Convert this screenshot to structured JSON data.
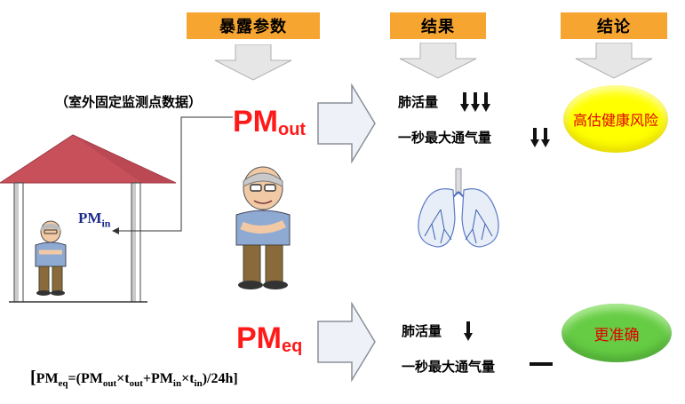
{
  "headers": {
    "exposure": "暴露参数",
    "result": "结果",
    "conclusion": "结论"
  },
  "monitoring_note": "（室外固定监测点数据）",
  "pm_out": {
    "main": "PM",
    "sub": "out"
  },
  "pm_in": {
    "main": "PM",
    "sub": "in"
  },
  "pm_eq": {
    "main": "PM",
    "sub": "eq"
  },
  "results_top": {
    "lung_capacity": "肺活量",
    "fev1": "一秒最大通气量"
  },
  "results_bottom": {
    "lung_capacity": "肺活量",
    "fev1": "一秒最大通气量"
  },
  "conclusions": {
    "top": "高估健康风险",
    "bottom": "更准确"
  },
  "formula": {
    "open": "[",
    "pm": "PM",
    "eq": "eq",
    "eq_sign": "=(PM",
    "out": "out",
    "times1": "×t",
    "out2": "out",
    "plus": "+PM",
    "in": "in",
    "times2": "×t",
    "in2": "in",
    "close": ")/24h]"
  },
  "colors": {
    "header_bg": "#f7a531",
    "pm_red": "#ff1a1a",
    "pm_in_blue": "#1a2a8a",
    "roof": "#c8505a",
    "yellow_ellipse": "#ffff00",
    "green_ellipse": "#66cc44"
  }
}
